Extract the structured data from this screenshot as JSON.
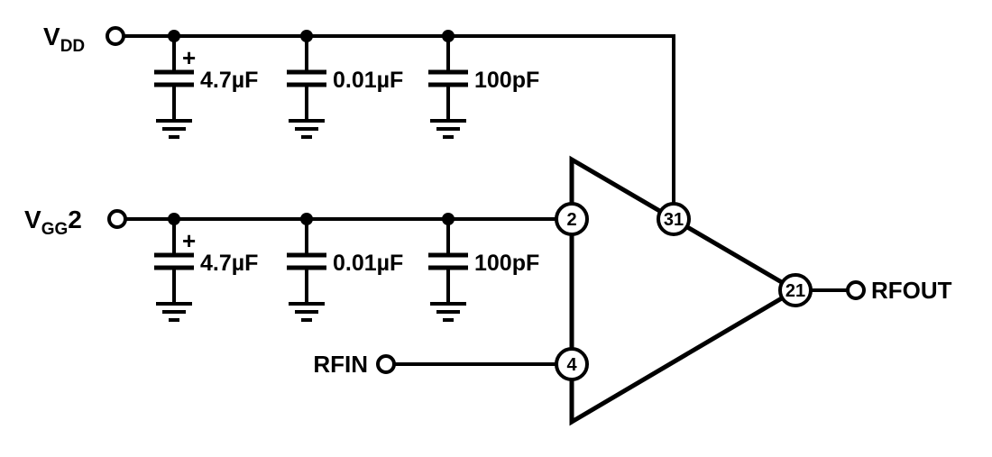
{
  "circuit": {
    "rails": [
      {
        "terminal": {
          "main": "V",
          "sub": "DD",
          "suffix": ""
        },
        "capacitors": [
          {
            "polarity": "+",
            "value": "4.7µF"
          },
          {
            "polarity": "",
            "value": "0.01µF"
          },
          {
            "polarity": "",
            "value": "100pF"
          }
        ]
      },
      {
        "terminal": {
          "main": "V",
          "sub": "GG",
          "suffix": "2"
        },
        "capacitors": [
          {
            "polarity": "+",
            "value": "4.7µF"
          },
          {
            "polarity": "",
            "value": "0.01µF"
          },
          {
            "polarity": "",
            "value": "100pF"
          }
        ]
      }
    ],
    "ports": {
      "rfin": "RFIN",
      "rfout": "RFOUT"
    },
    "amplifier": {
      "pin_upper_input": "2",
      "pin_lower_input": "4",
      "pin_top": "31",
      "pin_output": "21"
    },
    "colors": {
      "line": "#000000",
      "background": "#ffffff"
    }
  }
}
